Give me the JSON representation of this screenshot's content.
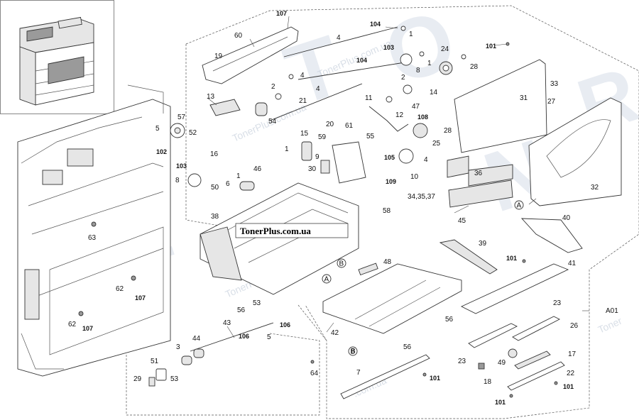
{
  "watermarks": {
    "big_letters": [
      "T",
      "O",
      "N",
      "E",
      "R"
    ],
    "site": "TonerPlus.com.ua",
    "site_short": ".com.ua",
    "tail": "Toner"
  },
  "banner": {
    "text": "TonerPlus.com.ua"
  },
  "circled_letters": {
    "a": "A",
    "b": "B"
  },
  "assembly_label": "A01",
  "part_labels": [
    "107",
    "60",
    "104",
    "1",
    "4",
    "103",
    "24",
    "101",
    "19",
    "104",
    "8",
    "2",
    "28",
    "2",
    "33",
    "1",
    "4",
    "4",
    "47",
    "14",
    "13",
    "21",
    "20",
    "11",
    "31",
    "27",
    "12",
    "108",
    "57",
    "54",
    "5",
    "52",
    "15",
    "59",
    "61",
    "55",
    "28",
    "25",
    "102",
    "16",
    "103",
    "1",
    "46",
    "9",
    "105",
    "4",
    "30",
    "36",
    "10",
    "8",
    "109",
    "6",
    "34,35,37",
    "1",
    "50",
    "58",
    "45",
    "32",
    "38",
    "40",
    "63",
    "39",
    "101",
    "41",
    "48",
    "62",
    "107",
    "56",
    "53",
    "23",
    "56",
    "62",
    "107",
    "43",
    "106",
    "106",
    "5",
    "42",
    "26",
    "44",
    "56",
    "17",
    "3",
    "B",
    "49",
    "51",
    "64",
    "23",
    "22",
    "29",
    "53",
    "7",
    "18",
    "101",
    "101",
    "101"
  ]
}
